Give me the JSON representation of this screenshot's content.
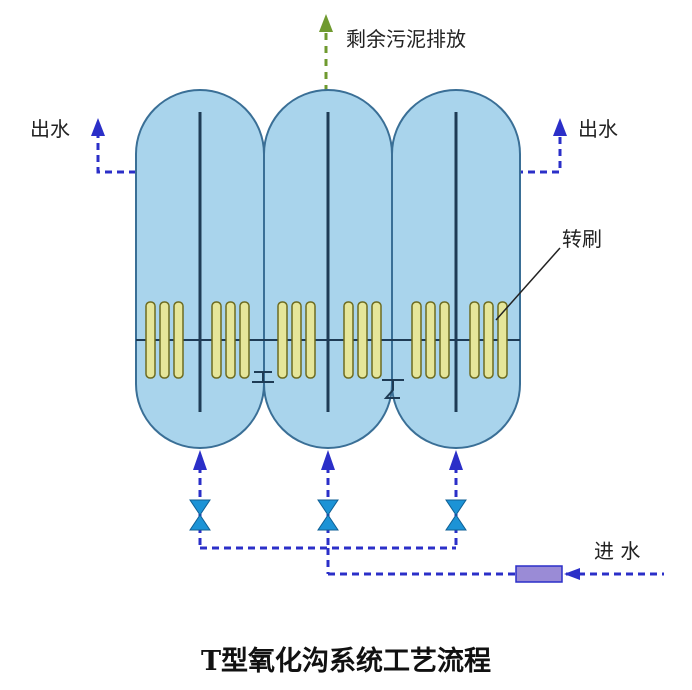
{
  "labels": {
    "sludge_discharge": "剩余污泥排放",
    "outlet_left": "出水",
    "outlet_right": "出水",
    "rotating_brush": "转刷",
    "inlet": "进 水"
  },
  "caption": "T型氧化沟系统工艺流程",
  "colors": {
    "tank_fill": "#a9d4ec",
    "tank_stroke": "#3a6f96",
    "brush_fill": "#e6e69a",
    "brush_stroke": "#6d6b1f",
    "flow_line": "#2b2fc8",
    "valve": "#1c93d6",
    "sludge_line": "#6f9a2f",
    "meter": "#9a8bd6"
  }
}
